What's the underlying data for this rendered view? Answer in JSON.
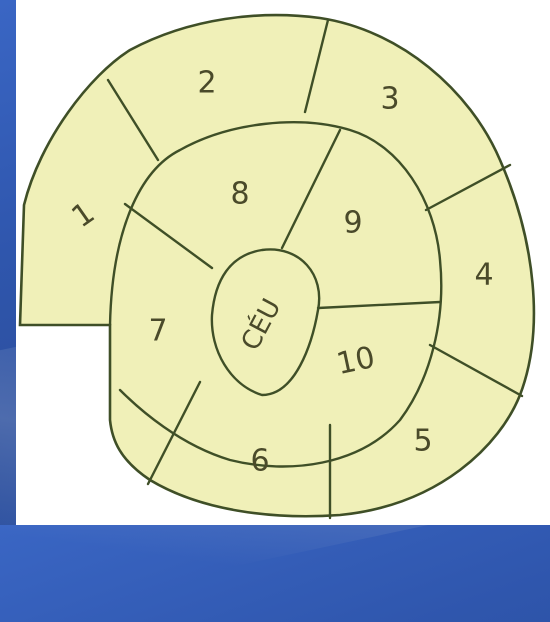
{
  "diagram": {
    "outer_labels": [
      "1",
      "2",
      "3",
      "4",
      "5",
      "6"
    ],
    "inner_labels": [
      "7",
      "8",
      "9",
      "10"
    ],
    "center_label": "CÉU",
    "colors": {
      "fill": "#f0f0b8",
      "line": "#3f4f27",
      "text": "#4a4a2a",
      "panel": "#ffffff",
      "background": "#2f56ad"
    }
  }
}
